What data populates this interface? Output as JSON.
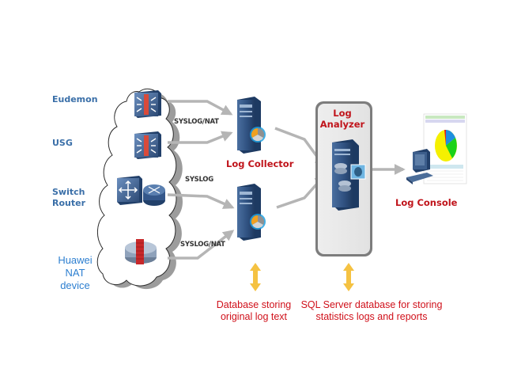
{
  "sources": [
    {
      "label": "Eudemon"
    },
    {
      "label": "USG"
    },
    {
      "label": "Switch\nRouter",
      "lines": [
        "Switch",
        "Router"
      ]
    },
    {
      "label": "Huawei NAT device",
      "lines": [
        "Huawei",
        "NAT",
        "device"
      ]
    }
  ],
  "protocols": {
    "top": "SYSLOG/NAT",
    "middle": "SYSLOG",
    "bottom": "SYSLOG/NAT"
  },
  "nodes": {
    "collector": "Log Collector",
    "analyzer_lines": [
      "Log",
      "Analyzer"
    ],
    "console": "Log Console"
  },
  "captions": {
    "collector_db": [
      "Database storing",
      "original log text"
    ],
    "analyzer_db": [
      "SQL Server database for storing",
      "statistics logs and reports"
    ]
  },
  "colors": {
    "source_label": "#3a6fa8",
    "title_red": "#c0141b",
    "caption_red": "#d0101a",
    "arrow_gray": "#b5b5b5",
    "db_arrow": "#f5c242",
    "device_blue": "#3d5f8c"
  }
}
